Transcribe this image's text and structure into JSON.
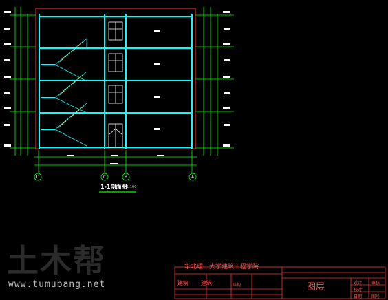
{
  "drawing": {
    "section_title": "1-1剖面图",
    "section_scale": "1:100",
    "axis_labels": [
      "D",
      "C",
      "B",
      "A"
    ],
    "colors": {
      "background": "#000000",
      "wall": "#00ffff",
      "dimension": "#00ff00",
      "frame": "#ff3030",
      "stair": "#ffff66",
      "text": "#ffffff"
    }
  },
  "title_block": {
    "school": "华北理工大学建筑工程学院",
    "drawing_name": "图层",
    "cells": [
      "建筑",
      "建筑",
      "结构",
      "设计",
      "审核",
      "校对",
      "日期",
      "图号"
    ]
  },
  "watermark": {
    "logo": "土木帮",
    "url": "www.tumubang.net"
  }
}
